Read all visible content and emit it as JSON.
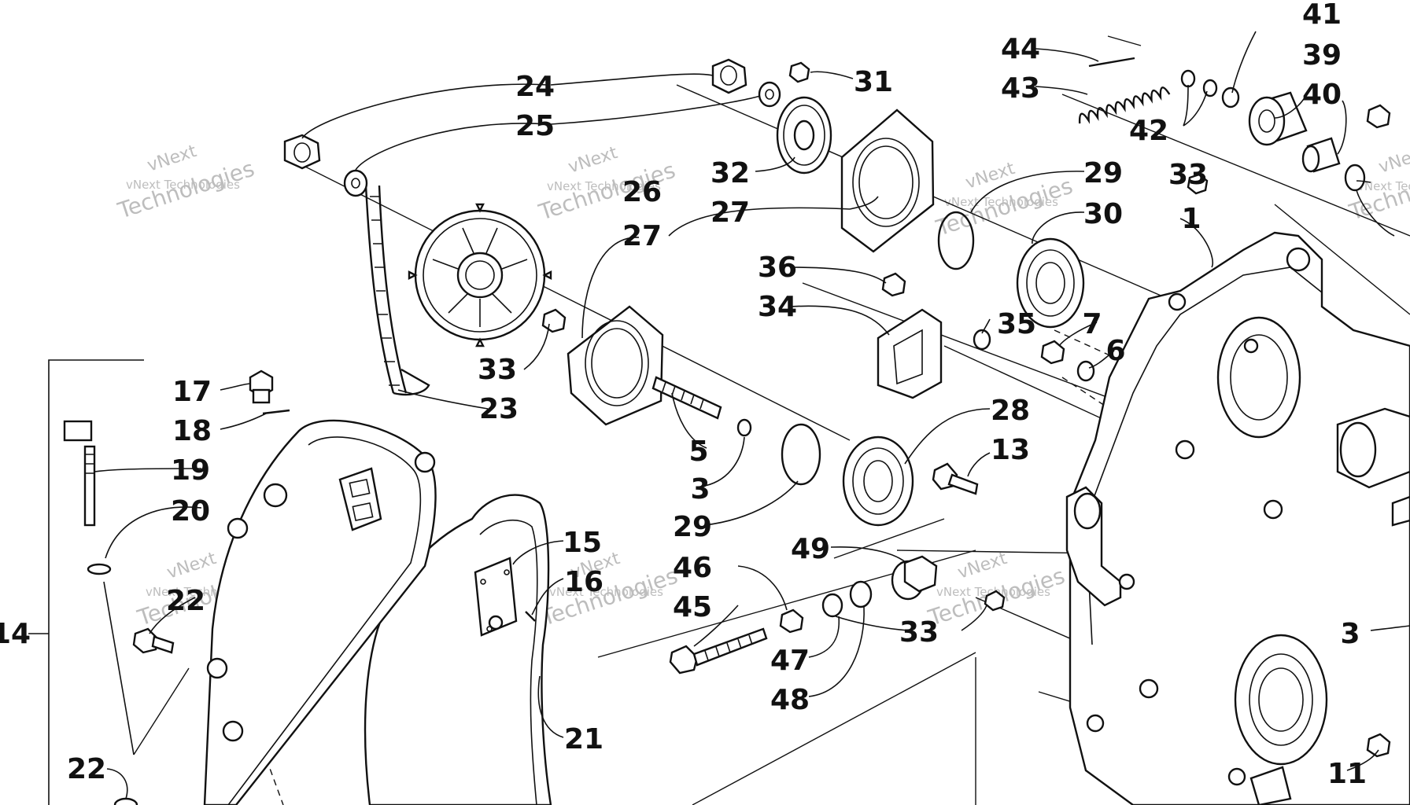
{
  "diagram": {
    "labels": [
      "41",
      "44",
      "39",
      "43",
      "40",
      "42",
      "31",
      "24",
      "25",
      "32",
      "29",
      "33",
      "26",
      "27",
      "30",
      "1",
      "27",
      "36",
      "34",
      "35",
      "7",
      "6",
      "33",
      "23",
      "17",
      "28",
      "13",
      "18",
      "5",
      "3",
      "19",
      "20",
      "29",
      "15",
      "49",
      "16",
      "46",
      "45",
      "22",
      "14",
      "47",
      "33",
      "3",
      "48",
      "21",
      "11",
      "22"
    ],
    "watermark": {
      "line1": "vNext Technologies",
      "line2": "vNext",
      "line3": "Technologies"
    }
  }
}
